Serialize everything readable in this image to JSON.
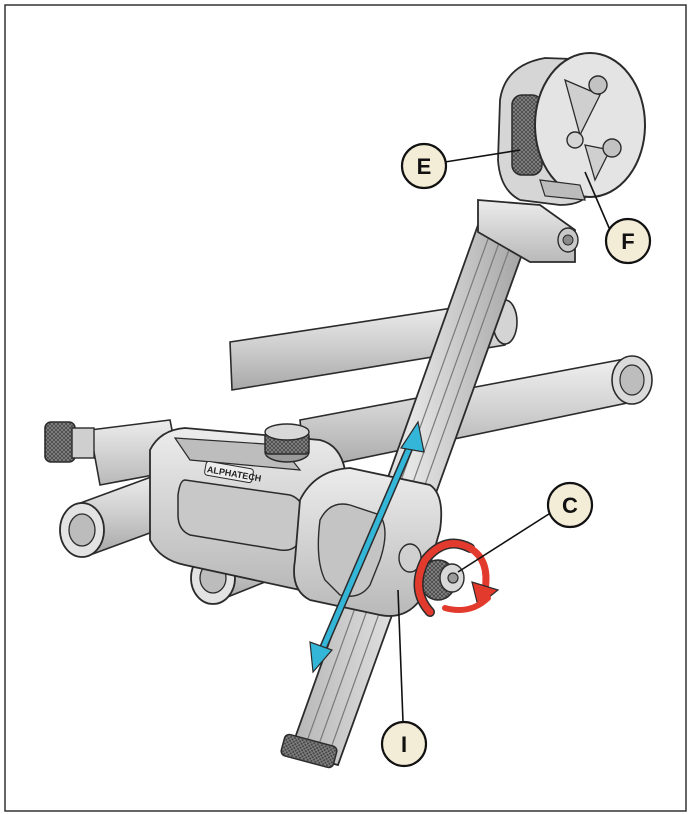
{
  "diagram": {
    "callouts": [
      {
        "id": "E",
        "label": "E"
      },
      {
        "id": "F",
        "label": "F"
      },
      {
        "id": "C",
        "label": "C"
      },
      {
        "id": "I",
        "label": "I"
      }
    ],
    "logo_text": "ALPHATECH",
    "colors": {
      "frame": "#333333",
      "metal_light": "#e2e2e2",
      "metal_mid": "#c9c9c9",
      "metal_dark": "#9a9a9a",
      "outline": "#2b2b2b",
      "callout_fill": "#f3ecd6",
      "arrow_blue": "#33b6d8",
      "arrow_red": "#e33a2e"
    },
    "icons": [
      "bidirectional-slide-arrow-icon",
      "rotate-arrow-icon"
    ]
  }
}
